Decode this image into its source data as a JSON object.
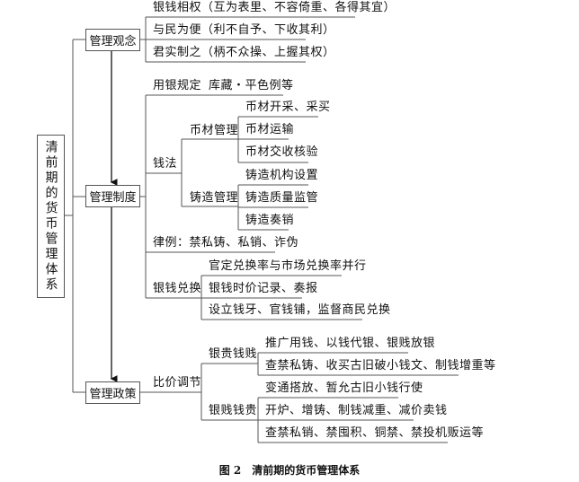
{
  "root": "清前期的货币管理体系",
  "concept": {
    "label": "管理观念",
    "items": [
      "银钱相权（互为表里、不容倚重、各得其宜）",
      "与民为便（利不自予、下收其利）",
      "君实制之（柄不众操、上握其权）"
    ]
  },
  "system": {
    "label": "管理制度",
    "silver_rule": "用银规定",
    "silver_rule_detail": "库藏・平色例等",
    "coin_law": "钱法",
    "material": {
      "label": "币材管理",
      "items": [
        "币材开采、采买",
        "币材运输",
        "币材交收核验"
      ]
    },
    "casting": {
      "label": "铸造管理",
      "items": [
        "铸造机构设置",
        "铸造质量监管",
        "铸造奏销"
      ]
    },
    "law": "律例：禁私铸、私销、诈伪",
    "exchange": {
      "label": "银钱兑换",
      "items": [
        "官定兑换率与市场兑换率并行",
        "银钱时价记录、奏报",
        "设立钱牙、官钱铺，监督商民兑换"
      ]
    }
  },
  "policy": {
    "label": "管理政策",
    "ratio": "比价调节",
    "silver_dear": {
      "label": "银贵钱贱",
      "items": [
        "推广用钱、以钱代银、银贱放银",
        "查禁私铸、收买古旧破小钱文、制钱增重等"
      ]
    },
    "silver_cheap": {
      "label": "银贱钱贵",
      "items": [
        "变通搭放、暂允古旧小钱行使",
        "开炉、增铸、制钱减重、减价卖钱",
        "查禁私销、禁囤积、铜禁、禁投机贩运等"
      ]
    }
  },
  "caption": "图 2　清前期的货币管理体系"
}
